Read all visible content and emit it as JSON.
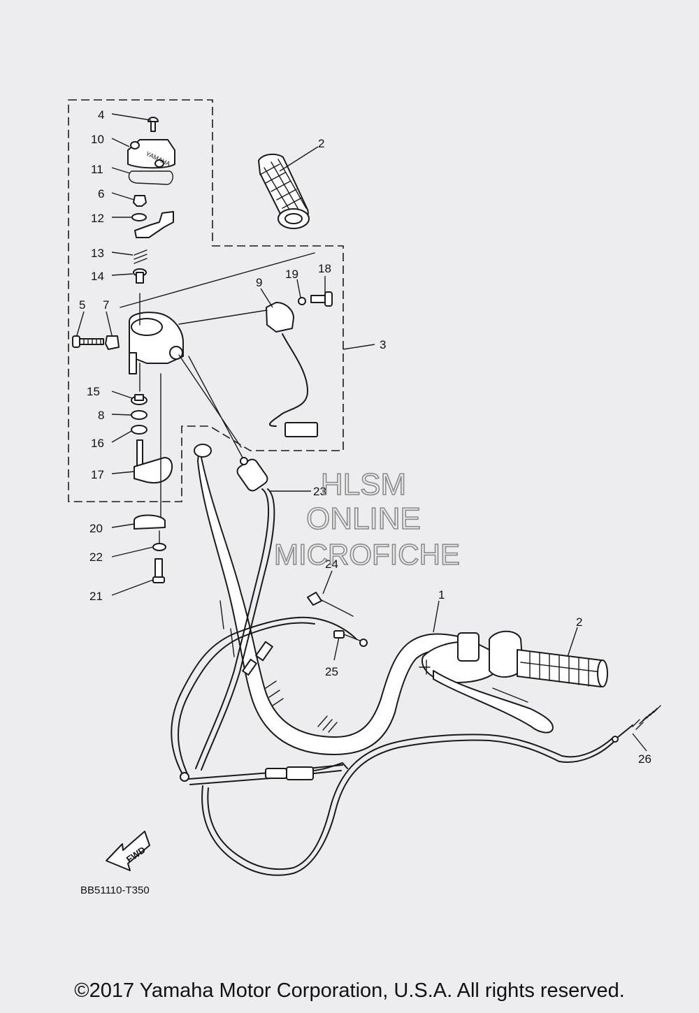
{
  "diagram": {
    "callouts": [
      "4",
      "10",
      "11",
      "6",
      "12",
      "13",
      "14",
      "5",
      "7",
      "15",
      "8",
      "16",
      "17",
      "20",
      "22",
      "21",
      "2",
      "19",
      "18",
      "9",
      "3",
      "23",
      "24",
      "25",
      "1",
      "2",
      "26"
    ],
    "arrow_label": "FWD",
    "figure_code": "BB51110-T350"
  },
  "watermark": {
    "line1": "HLSM",
    "line2": "ONLINE",
    "line3": "MICROFICHE"
  },
  "copyright": "©2017 Yamaha Motor Corporation, U.S.A. All rights reserved."
}
